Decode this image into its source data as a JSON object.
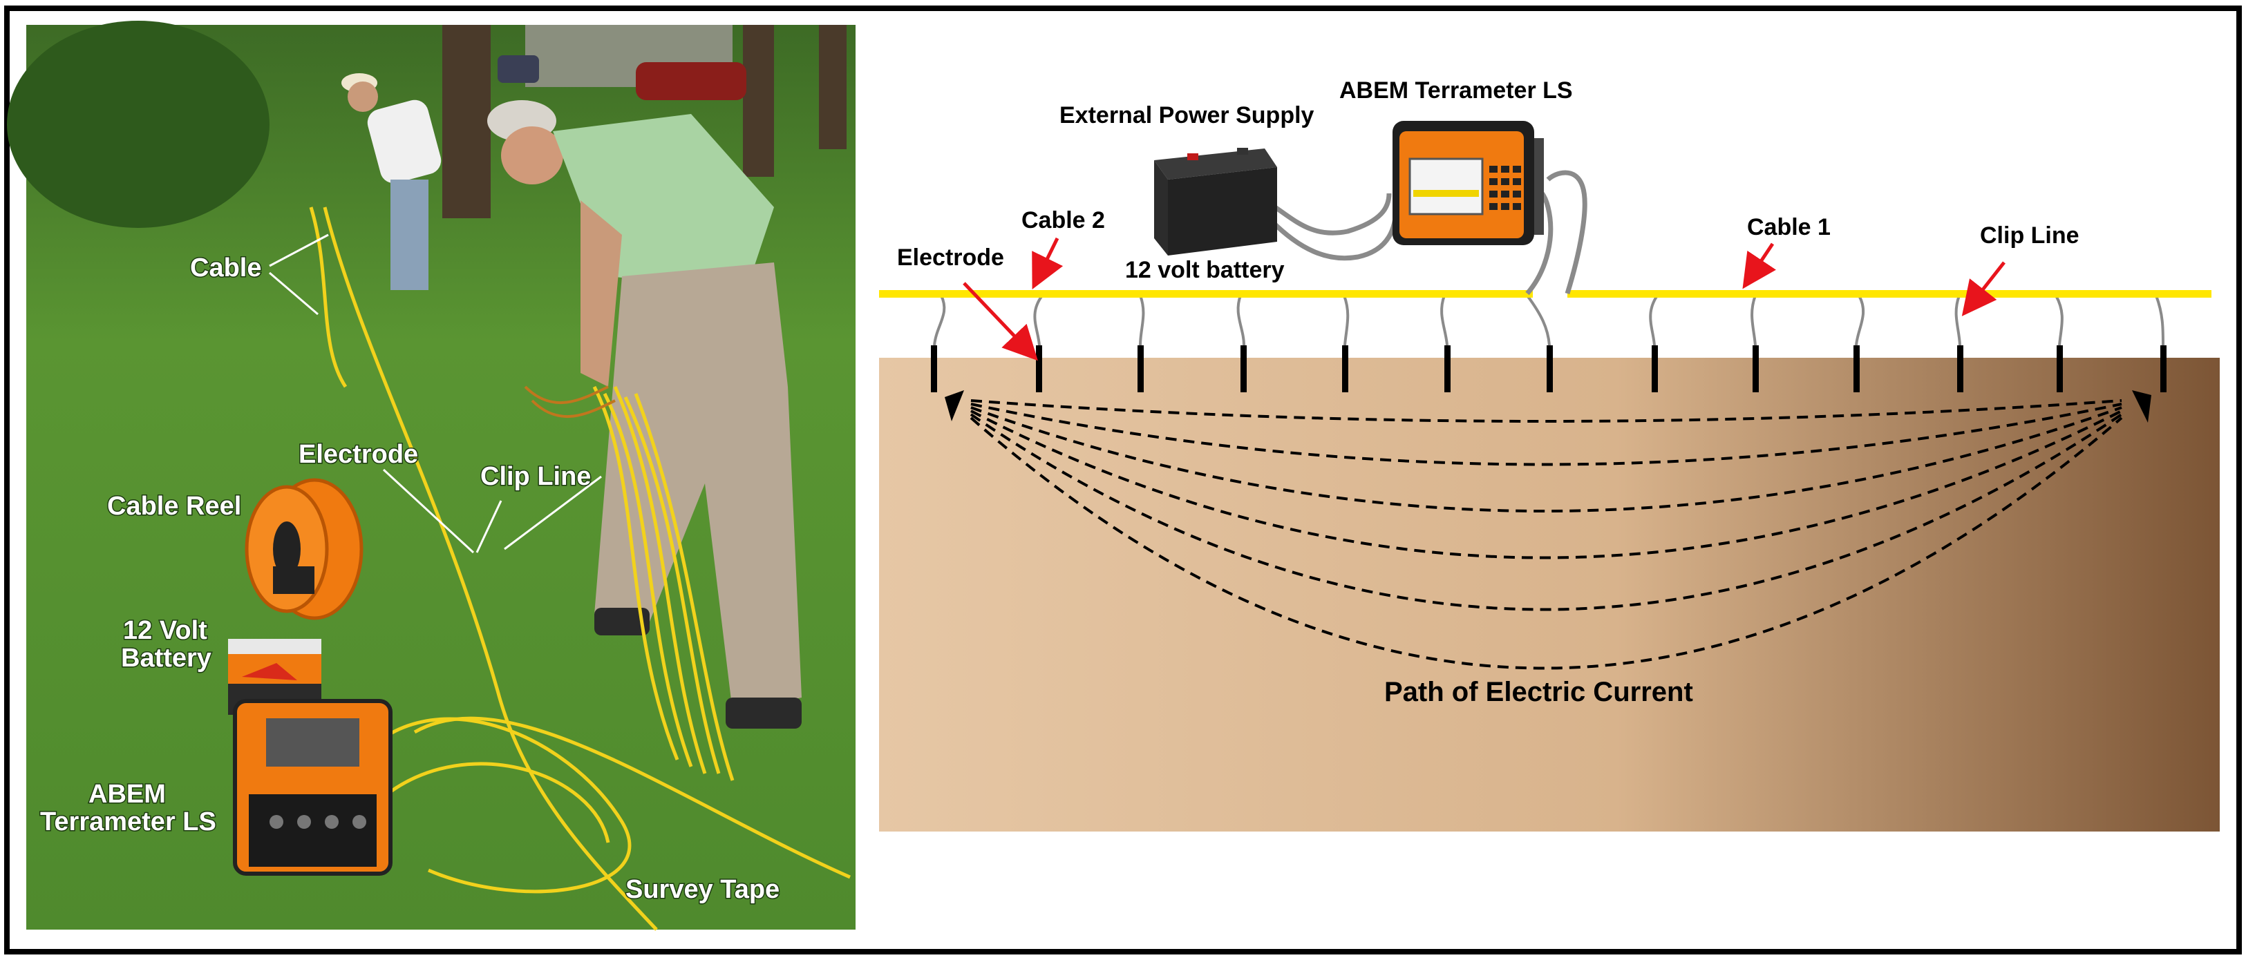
{
  "photo": {
    "labels": {
      "cable": "Cable",
      "electrode": "Electrode",
      "clip_line": "Clip Line",
      "cable_reel": "Cable Reel",
      "battery_line1": "12 Volt",
      "battery_line2": "Battery",
      "terrameter_line1": "ABEM",
      "terrameter_line2": "Terrameter LS",
      "survey_tape": "Survey Tape"
    },
    "colors": {
      "grass": "#4e8a2c",
      "cable": "#f2d21c",
      "reel": "#f07a10"
    }
  },
  "diagram": {
    "labels": {
      "terrameter": "ABEM Terrameter LS",
      "external_power": "External Power Supply",
      "battery": "12 volt battery",
      "cable2": "Cable 2",
      "cable1": "Cable 1",
      "electrode": "Electrode",
      "clip_line": "Clip Line",
      "current_path": "Path of Electric Current"
    },
    "colors": {
      "cable": "#ffe600",
      "ground_light": "#e8c9a7",
      "ground_dark": "#7a5535",
      "pointer": "#e8141c",
      "instrument": "#f07a10"
    }
  }
}
